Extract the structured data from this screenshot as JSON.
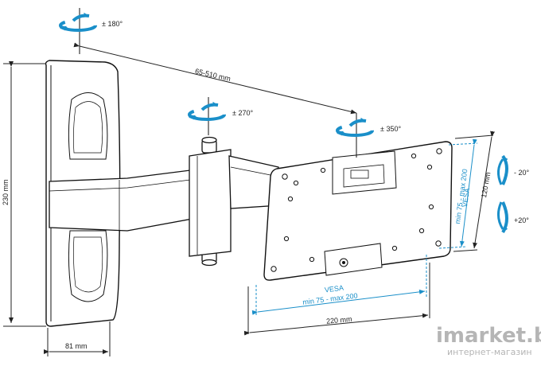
{
  "rotation": {
    "top": "± 180°",
    "joint": "± 270°",
    "head": "± 350°"
  },
  "tilt": {
    "up": "- 20°",
    "down": "+20°"
  },
  "dimensions": {
    "reach": "65-510 mm",
    "height": "230 mm",
    "plate_width": "81 mm",
    "vesa_width": "220 mm",
    "vesa_height": "120 mm"
  },
  "vesa": {
    "title": "VESA",
    "range": "min 75 - max 200"
  },
  "watermark": {
    "brand": "imarket.by",
    "sub": "интернет-магазин"
  },
  "colors": {
    "accent": "#1a8fc9",
    "line": "#111111"
  }
}
